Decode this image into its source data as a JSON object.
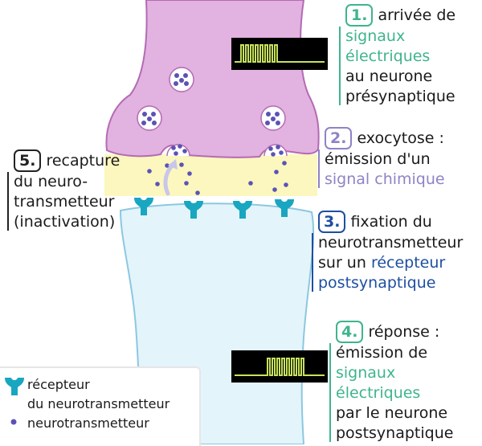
{
  "steps": {
    "s1": {
      "number": "1.",
      "line1": "arrivée de",
      "line2": "signaux",
      "line3": "électriques",
      "line4": "au neurone",
      "line5": "présynaptique"
    },
    "s2": {
      "number": "2.",
      "line1": "exocytose :",
      "line2": "émission d'un",
      "line3": "signal chimique"
    },
    "s3": {
      "number": "3.",
      "line1": "fixation du",
      "line2": "neurotransmetteur",
      "line3": "sur un",
      "line3b": "récepteur",
      "line4": "postsynaptique"
    },
    "s4": {
      "number": "4.",
      "line1": "réponse :",
      "line2": "émission de",
      "line3": "signaux",
      "line4": "électriques",
      "line5": "par le neurone",
      "line6": "postsynaptique"
    },
    "s5": {
      "number": "5.",
      "line1": "recapture",
      "line2": "du neuro-",
      "line3": "transmetteur",
      "line4": "(inactivation)"
    }
  },
  "legend": {
    "receptor_line1": "récepteur",
    "receptor_line2": "du neurotransmetteur",
    "neurotransmitter": "neurotransmetteur"
  },
  "colors": {
    "presynaptic": "#e2b2e0",
    "presynaptic_border": "#b36bb3",
    "postsynaptic": "#e3f4fb",
    "postsynaptic_border": "#8cc8e0",
    "cleft": "#fbf6b8",
    "receptor": "#19a6c0",
    "neurotransmitter": "#5b53b4",
    "signal_green": "#3fb58b",
    "signal_lavender": "#8e83c6",
    "receptor_blue": "#1e4fa0"
  },
  "icons": [
    "signal-recording-icon",
    "receptor-icon",
    "neurotransmitter-dot-icon",
    "reuptake-arrow-icon"
  ]
}
